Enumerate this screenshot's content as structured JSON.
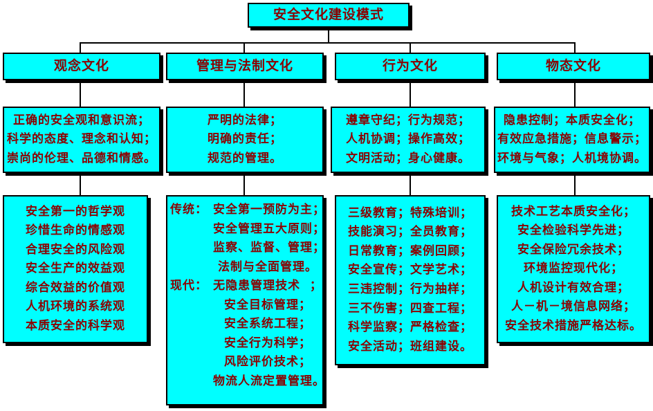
{
  "diagram": {
    "title": "安全文化建设模式",
    "colors": {
      "box_fill": "#00FFFF",
      "box_border": "#000000",
      "text": "#8B0000",
      "background": "#FFFFFF",
      "connector": "#000000"
    },
    "branches": [
      {
        "category": "观念文化",
        "summary": [
          "正确的安全观和意识流；",
          "科学的态度、理念和认知；",
          "崇尚的伦理、品德和情感。"
        ],
        "details": [
          "安全第一的哲学观",
          "珍惜生命的情感观",
          "合理安全的风险观",
          "安全生产的效益观",
          "综合效益的价值观",
          "人机环境的系统观",
          "本质安全的科学观"
        ]
      },
      {
        "category": "管理与法制文化",
        "summary": [
          "严明的法律；",
          "明确的责任；",
          "规范的管理。"
        ],
        "details_grouped": [
          {
            "label": "传统：",
            "items": [
              "安全第一预防为主；",
              "安全管理五大原则；",
              "监察、监督、管理；",
              "法制与全面管理。"
            ]
          },
          {
            "label": "现代：",
            "items": [
              "无隐患管理技术  ；",
              "安全目标管理；",
              "安全系统工程；",
              "安全行为科学；",
              "风险评价技术；",
              "物流人流定置管理。"
            ]
          }
        ]
      },
      {
        "category": "行为文化",
        "summary": [
          "遵章守纪；行为规范；",
          "人机协调；操作高效；",
          "文明活动；身心健康。"
        ],
        "details": [
          "三级教育；特殊培训；",
          "技能演习；全员教育；",
          "日常教育；案例回顾；",
          "安全宣传；文学艺术；",
          "三违控制；行为抽样；",
          "三不伤害；四查工程；",
          "科学监察；严格检查；",
          "安全活动；班组建设。"
        ]
      },
      {
        "category": "物态文化",
        "summary": [
          "隐患控制；本质安全化；",
          "有效应急措施；信息警示；",
          "环境与气象；人机境协调。"
        ],
        "details": [
          "技术工艺本质安全化；",
          "安全检验科学先进；",
          "安全保险冗余技术；",
          "环境监控现代化；",
          "人机设计有效合理；",
          "人－机－境信息网络；",
          "安全技术措施严格达标。"
        ]
      }
    ]
  }
}
